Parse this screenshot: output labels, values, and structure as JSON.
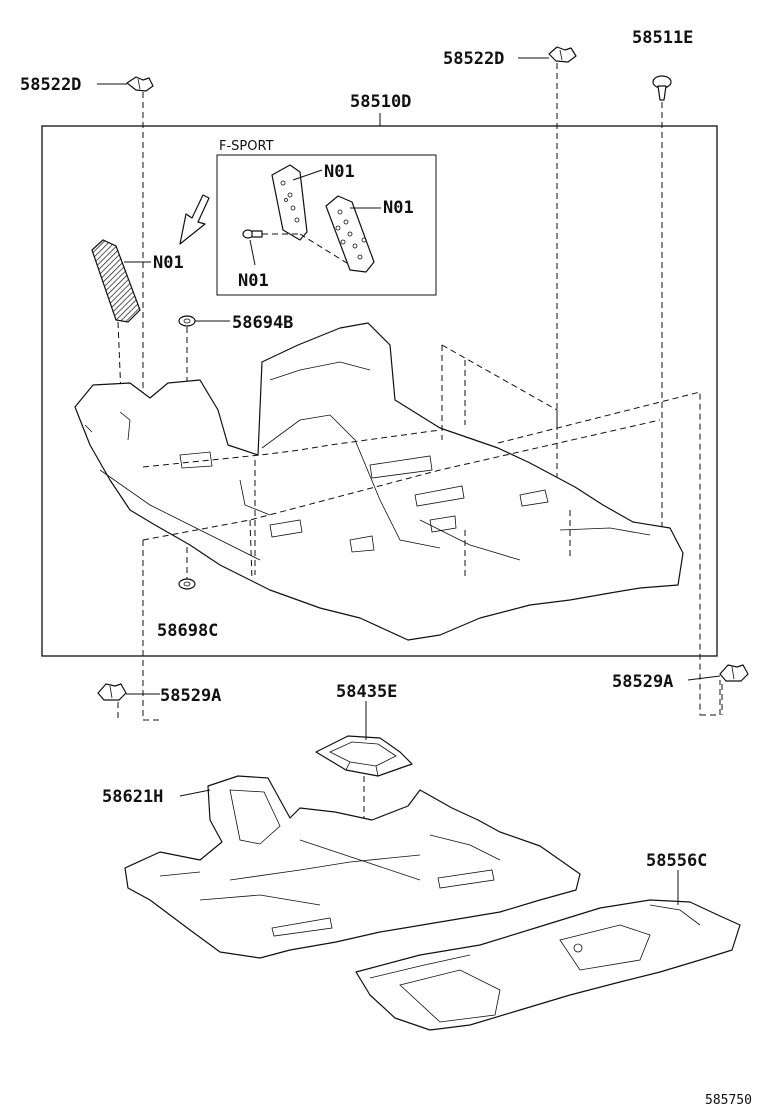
{
  "labels": {
    "clip_left_top": "58522D",
    "clip_right_top": "58522D",
    "pin_top_right": "58511E",
    "carpet_assy": "58510D",
    "f_sport_title": "F-SPORT",
    "pedal_upper": "N01",
    "pedal_right": "N01",
    "footrest": "N01",
    "pedal_bolt": "N01",
    "grommet_upper": "58694B",
    "grommet_lower": "58698C",
    "clip_left_bottom": "58529A",
    "clip_right_bottom": "58529A",
    "tunnel_pad": "58435E",
    "floor_silencer": "58621H",
    "rear_silencer": "58556C",
    "diagram_code": "585750"
  }
}
